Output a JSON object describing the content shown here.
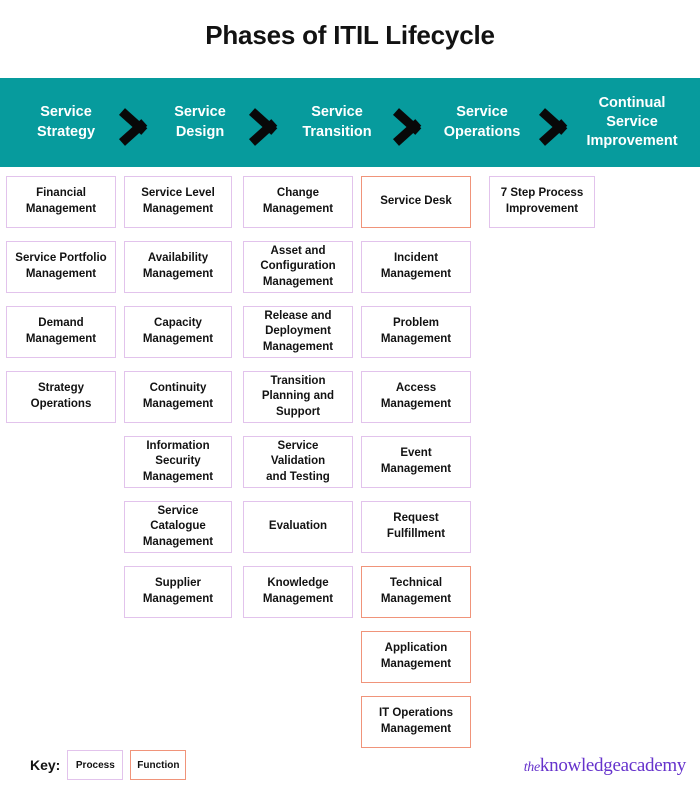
{
  "title": "Phases of ITIL Lifecycle",
  "colors": {
    "banner_teal": "#079B9D",
    "process_border": "#E2C3EC",
    "function_border": "#F0947A",
    "chevron": "#080808",
    "logo_purple": "#6633CC",
    "text": "#121212"
  },
  "banner": {
    "phases": [
      {
        "label": "Service\nStrategy"
      },
      {
        "label": "Service\nDesign"
      },
      {
        "label": "Service\nTransition"
      },
      {
        "label": "Service\nOperations"
      },
      {
        "label": "Continual\nService\nImprovement"
      }
    ]
  },
  "columns": [
    {
      "phase": "Service Strategy",
      "boxes": [
        {
          "label": "Financial\nManagement",
          "type": "process"
        },
        {
          "label": "Service Portfolio\nManagement",
          "type": "process"
        },
        {
          "label": "Demand\nManagement",
          "type": "process"
        },
        {
          "label": "Strategy\nOperations",
          "type": "process"
        }
      ]
    },
    {
      "phase": "Service Design",
      "boxes": [
        {
          "label": "Service Level\nManagement",
          "type": "process"
        },
        {
          "label": "Availability\nManagement",
          "type": "process"
        },
        {
          "label": "Capacity\nManagement",
          "type": "process"
        },
        {
          "label": "Continuity\nManagement",
          "type": "process"
        },
        {
          "label": "Information\nSecurity\nManagement",
          "type": "process"
        },
        {
          "label": "Service\nCatalogue\nManagement",
          "type": "process"
        },
        {
          "label": "Supplier\nManagement",
          "type": "process"
        }
      ]
    },
    {
      "phase": "Service Transition",
      "boxes": [
        {
          "label": "Change\nManagement",
          "type": "process"
        },
        {
          "label": "Asset and\nConfiguration\nManagement",
          "type": "process"
        },
        {
          "label": "Release and\nDeployment\nManagement",
          "type": "process"
        },
        {
          "label": "Transition\nPlanning and\nSupport",
          "type": "process"
        },
        {
          "label": "Service\nValidation\nand Testing",
          "type": "process"
        },
        {
          "label": "Evaluation",
          "type": "process"
        },
        {
          "label": "Knowledge\nManagement",
          "type": "process"
        }
      ]
    },
    {
      "phase": "Service Operations",
      "boxes": [
        {
          "label": "Service Desk",
          "type": "function"
        },
        {
          "label": "Incident\nManagement",
          "type": "process"
        },
        {
          "label": "Problem\nManagement",
          "type": "process"
        },
        {
          "label": "Access\nManagement",
          "type": "process"
        },
        {
          "label": "Event\nManagement",
          "type": "process"
        },
        {
          "label": "Request\nFulfillment",
          "type": "process"
        },
        {
          "label": "Technical\nManagement",
          "type": "function"
        },
        {
          "label": "Application\nManagement",
          "type": "function"
        },
        {
          "label": "IT Operations\nManagement",
          "type": "function"
        }
      ]
    },
    {
      "phase": "Continual Service Improvement",
      "boxes": [
        {
          "label": "7 Step Process\nImprovement",
          "type": "process"
        }
      ]
    }
  ],
  "key": {
    "label": "Key:",
    "process_label": "Process",
    "function_label": "Function"
  },
  "logo": {
    "the": "the",
    "name": "knowledgeacademy"
  }
}
